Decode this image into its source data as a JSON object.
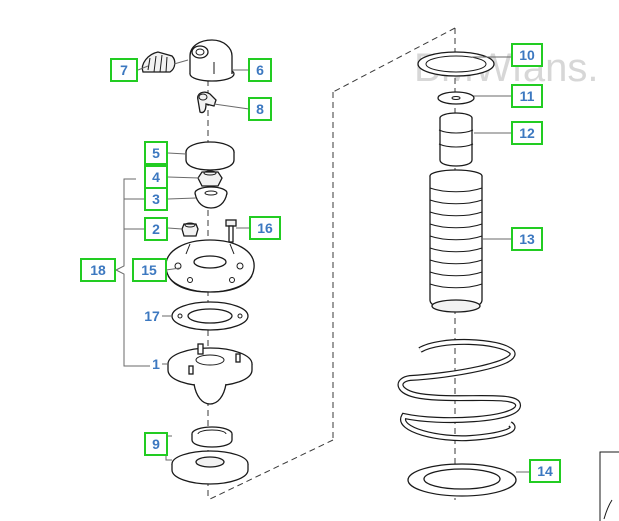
{
  "watermark": "BMWfans.",
  "label_box_color": "#22cc22",
  "label_text_color": "#3c78c0",
  "callouts": {
    "c1": "1",
    "c2": "2",
    "c3": "3",
    "c4": "4",
    "c5": "5",
    "c6": "6",
    "c7": "7",
    "c8": "8",
    "c9": "9",
    "c10": "10",
    "c11": "11",
    "c12": "12",
    "c13": "13",
    "c14": "14",
    "c15": "15",
    "c16": "16",
    "c17": "17",
    "c18": "18"
  }
}
